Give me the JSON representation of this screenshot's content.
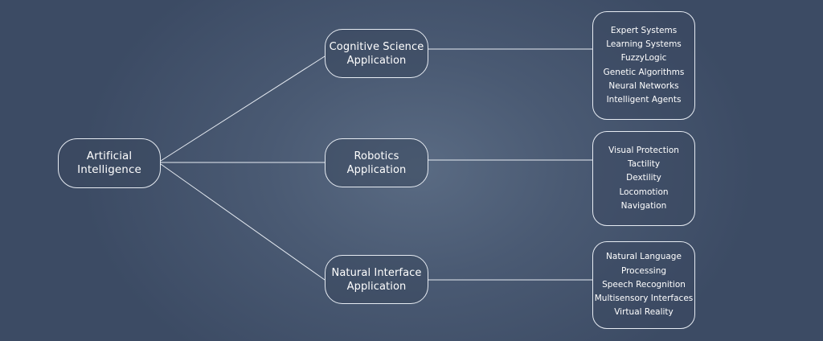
{
  "root": {
    "label_line1": "Artificial",
    "label_line2": "Intelligence"
  },
  "applications": [
    {
      "label_line1": "Cognitive Science",
      "label_line2": "Application",
      "items": [
        "Expert Systems",
        "Learning Systems",
        "FuzzyLogic",
        "Genetic Algorithms",
        "Neural Networks",
        "Intelligent Agents"
      ]
    },
    {
      "label_line1": "Robotics",
      "label_line2": "Application",
      "items": [
        "Visual Protection",
        "Tactility",
        "Dextility",
        "Locomotion",
        "Navigation"
      ]
    },
    {
      "label_line1": "Natural Interface",
      "label_line2": "Application",
      "items": [
        "Natural Language",
        "Processing",
        "Speech Recognition",
        "Multisensory Interfaces",
        "Virtual Reality"
      ]
    }
  ],
  "colors": {
    "background": "#3c4b64",
    "center_glow": "#5a6b83",
    "line": "#e6ebf2",
    "text": "#ffffff"
  }
}
